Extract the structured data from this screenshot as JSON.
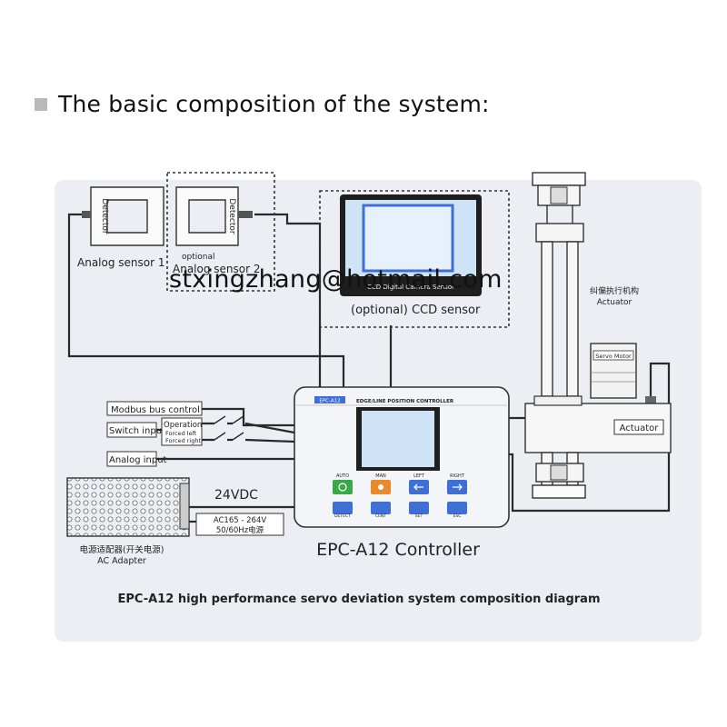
{
  "heading": "The basic composition of the system:",
  "colors": {
    "panel_bg": "#eceef3",
    "line": "#2a2a2a",
    "accent_blue": "#3f6fd6",
    "screen_blue": "#cfe3f6"
  },
  "diagram": {
    "sensor1": {
      "tag": "Detector",
      "label": "Analog sensor 1"
    },
    "sensor2": {
      "tag": "Detector",
      "optional": "optional",
      "label": "Analog sensor 2"
    },
    "ccd": {
      "screen_caption": "CCD Digital Camera Sensor",
      "label": "(optional) CCD sensor"
    },
    "actuator": {
      "cn_label": "纠偏执行机构",
      "en_label": "Actuator",
      "motor_label": "Servo Motor",
      "box_label": "Actuator"
    },
    "inputs": {
      "modbus": "Modbus bus control",
      "switch": "Switch input",
      "analog": "Analog input",
      "operation": "Operation",
      "forced_left": "Forced left",
      "forced_right": "Forced right"
    },
    "power": {
      "voltage": "24VDC",
      "ac_line1": "AC165 - 264V",
      "ac_line2": "50/60Hz电源",
      "adapter_cn": "电源适配器(开关电源)",
      "adapter_en": "AC Adapter"
    },
    "controller": {
      "badge": "EPC-A12",
      "header": "EDGE/LINE POSITION CONTROLLER",
      "buttons": [
        {
          "top": "AUTO",
          "bottom": "DETECT",
          "icon": "power-icon"
        },
        {
          "top": "MAN",
          "bottom": "CENT",
          "icon": "hand-icon"
        },
        {
          "top": "LEFT",
          "bottom": "SET",
          "icon": "arrow-left-icon"
        },
        {
          "top": "RIGHT",
          "bottom": "ESC",
          "icon": "arrow-right-icon"
        }
      ],
      "label": "EPC-A12 Controller"
    },
    "caption": "EPC-A12 high performance servo deviation system composition diagram"
  },
  "watermark": "stxingzhang@hotmail.com"
}
